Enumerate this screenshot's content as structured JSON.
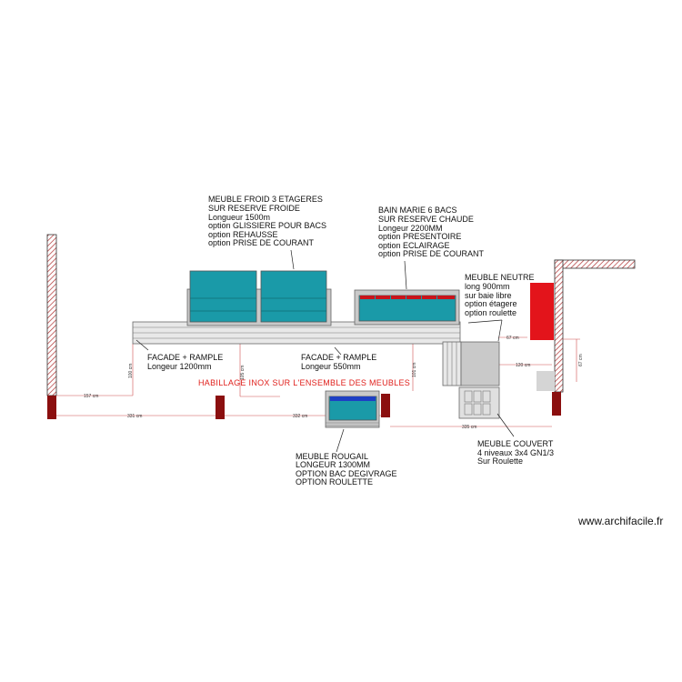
{
  "labels": {
    "meuble_froid": [
      "MEUBLE FROID 3 ETAGERES",
      "SUR RESERVE FROIDE",
      "Longueur 1500m",
      "option GLISSIERE POUR BACS",
      "option REHAUSSE",
      "option PRISE DE COURANT"
    ],
    "bain_marie": [
      "BAIN MARIE 6 BACS",
      "SUR RESERVE  CHAUDE",
      "Longeur 2200MM",
      "option PRESENTOIRE",
      "option ECLAIRAGE",
      "option PRISE DE COURANT"
    ],
    "meuble_neutre": [
      "MEUBLE NEUTRE",
      "long 900mm",
      "sur baie libre",
      "option étagere",
      "option roulette"
    ],
    "facade_1": [
      "FACADE + RAMPLE",
      "Longeur 1200mm"
    ],
    "facade_2": [
      "FACADE + RAMPLE",
      "Longeur 550mm"
    ],
    "habillage": "HABILLAGE INOX SUR L'ENSEMBLE DES MEUBLES",
    "meuble_rougail": [
      "MEUBLE ROUGAIL",
      "LONGEUR 1300MM",
      "OPTION BAC DEGIVRAGE",
      "OPTION ROULETTE"
    ],
    "meuble_couvert": [
      "MEUBLE COUVERT",
      "4 niveaux 3x4 GN1/3",
      "Sur Roulette"
    ]
  },
  "dimensions": {
    "d157": "157 cm",
    "d331": "331 cm",
    "d332": "332 cm",
    "d335": "335 cm",
    "d100": "100 cm",
    "d105": "105 cm",
    "d101": "101 cm",
    "d67a": "67 cm",
    "d120": "120 cm",
    "d67b": "67 cm"
  },
  "watermark": "www.archifacile.fr",
  "colors": {
    "teal": "#1a9aa8",
    "teal_light": "#2fb0bd",
    "grey": "#c9c9c9",
    "grey_dark": "#8a8a8a",
    "red_pillar": "#8b0f0f",
    "red_bright": "#e3141b",
    "blue_tray": "#1e3fc4",
    "tray_red": "#c8141a",
    "dim_line": "#d05050",
    "habillage": "#e0201c"
  }
}
